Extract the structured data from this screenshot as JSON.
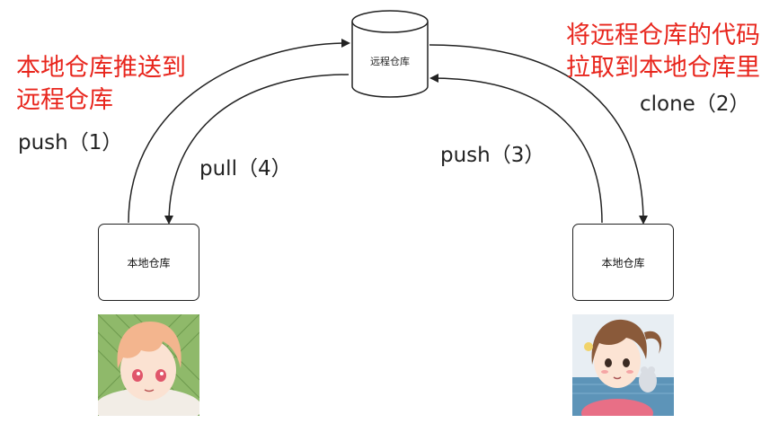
{
  "remote_repo": {
    "label": "远程仓库"
  },
  "local_repo_left": {
    "label": "本地仓库"
  },
  "local_repo_right": {
    "label": "本地仓库"
  },
  "notes": {
    "left_line1": "本地仓库推送到",
    "left_line2": "远程仓库",
    "right_line1": "将远程仓库的代码",
    "right_line2": "拉取到本地仓库里"
  },
  "operations": {
    "push_1": "push（1）",
    "pull_4": "pull（4）",
    "push_3": "push（3）",
    "clone_2": "clone（2）"
  },
  "colors": {
    "note": "#e8261d",
    "stroke": "#222222"
  }
}
